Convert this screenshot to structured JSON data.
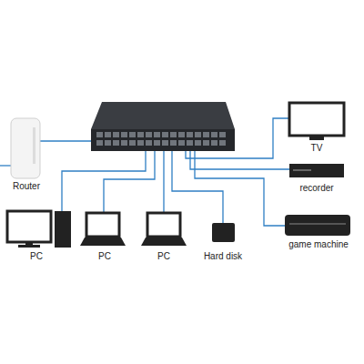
{
  "diagram": {
    "labels": [
      "Router",
      "PC",
      "PC",
      "PC",
      "Hard disk",
      "TV",
      "recorder",
      "game machine"
    ]
  }
}
